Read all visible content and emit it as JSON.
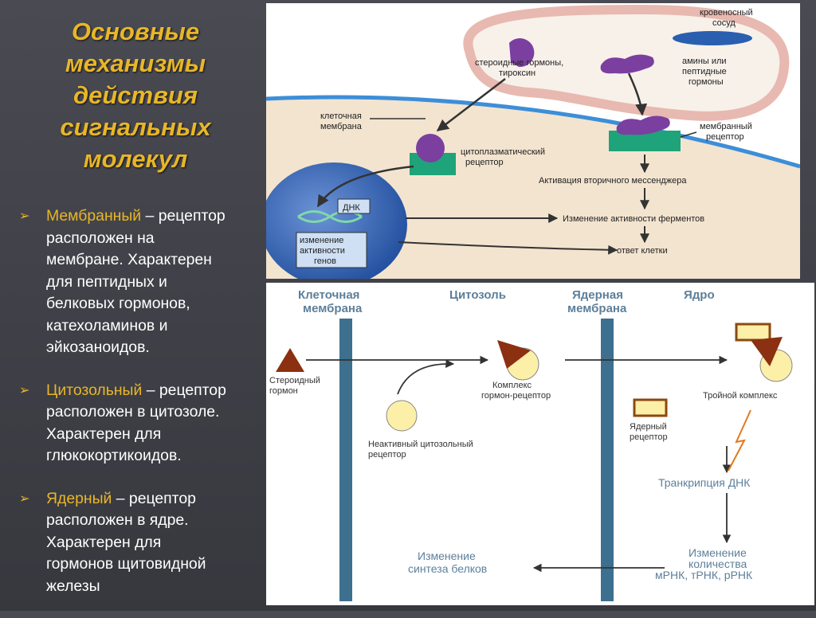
{
  "title": {
    "lines": [
      "Основные",
      "механизмы",
      "действия",
      "сигнальных",
      "молекул"
    ]
  },
  "bullets": [
    {
      "term": "Мембранный",
      "text_lines": [
        " – рецептор",
        "расположен на",
        "мембране. Характерен",
        "для пептидных и",
        "белковых гормонов,",
        "катехоламинов и",
        "эйкозаноидов."
      ]
    },
    {
      "term": "Цитозольный",
      "text_lines": [
        " – рецептор",
        "расположен в цитозоле.",
        "Характерен для",
        "глюкокортикоидов."
      ]
    },
    {
      "term": "Ядерный",
      "text_lines": [
        " – рецептор",
        "расположен в ядре.",
        "Характерен для",
        "гормонов щитовидной",
        "железы"
      ]
    }
  ],
  "top_diagram": {
    "vessel_line1": "кровеносный",
    "vessel_line2": "сосуд",
    "steroid_line1": "стероидные гормоны,",
    "steroid_line2": "тироксин",
    "amines_line1": "амины или",
    "amines_line2": "пептидные",
    "amines_line3": "гормоны",
    "membrane_line1": "клеточная",
    "membrane_line2": "мембрана",
    "membrane_receptor_line1": "мембранный",
    "membrane_receptor_line2": "рецептор",
    "cyto_receptor_line1": "цитоплазматический",
    "cyto_receptor_line2": "рецептор",
    "activation": "Активация вторичного мессенджера",
    "dna": "ДНК",
    "gene_line1": "изменение",
    "gene_line2": "активности",
    "gene_line3": "генов",
    "enzymes": "Изменение активности ферментов",
    "response": "ответ клетки"
  },
  "bottom_diagram": {
    "col_membrane_line1": "Клеточная",
    "col_membrane_line2": "мембрана",
    "col_cytosol": "Цитозоль",
    "col_nuclear_line1": "Ядерная",
    "col_nuclear_line2": "мембрана",
    "col_nucleus": "Ядро",
    "steroid_line1": "Стероидный",
    "steroid_line2": "гормон",
    "complex_line1": "Комплекс",
    "complex_line2": "гормон-рецептор",
    "triple": "Тройной комплекс",
    "inactive_line1": "Неактивный цитозольный",
    "inactive_line2": "рецептор",
    "nuclear_receptor_line1": "Ядерный",
    "nuclear_receptor_line2": "рецептор",
    "transcription": "Транкрипция ДНК",
    "rna_line1": "Изменение",
    "rna_line2": "количества",
    "rna_line3": "мРНК, тРНК, рРНК",
    "protein_line1": "Изменение",
    "protein_line2": "синтеза белков"
  }
}
